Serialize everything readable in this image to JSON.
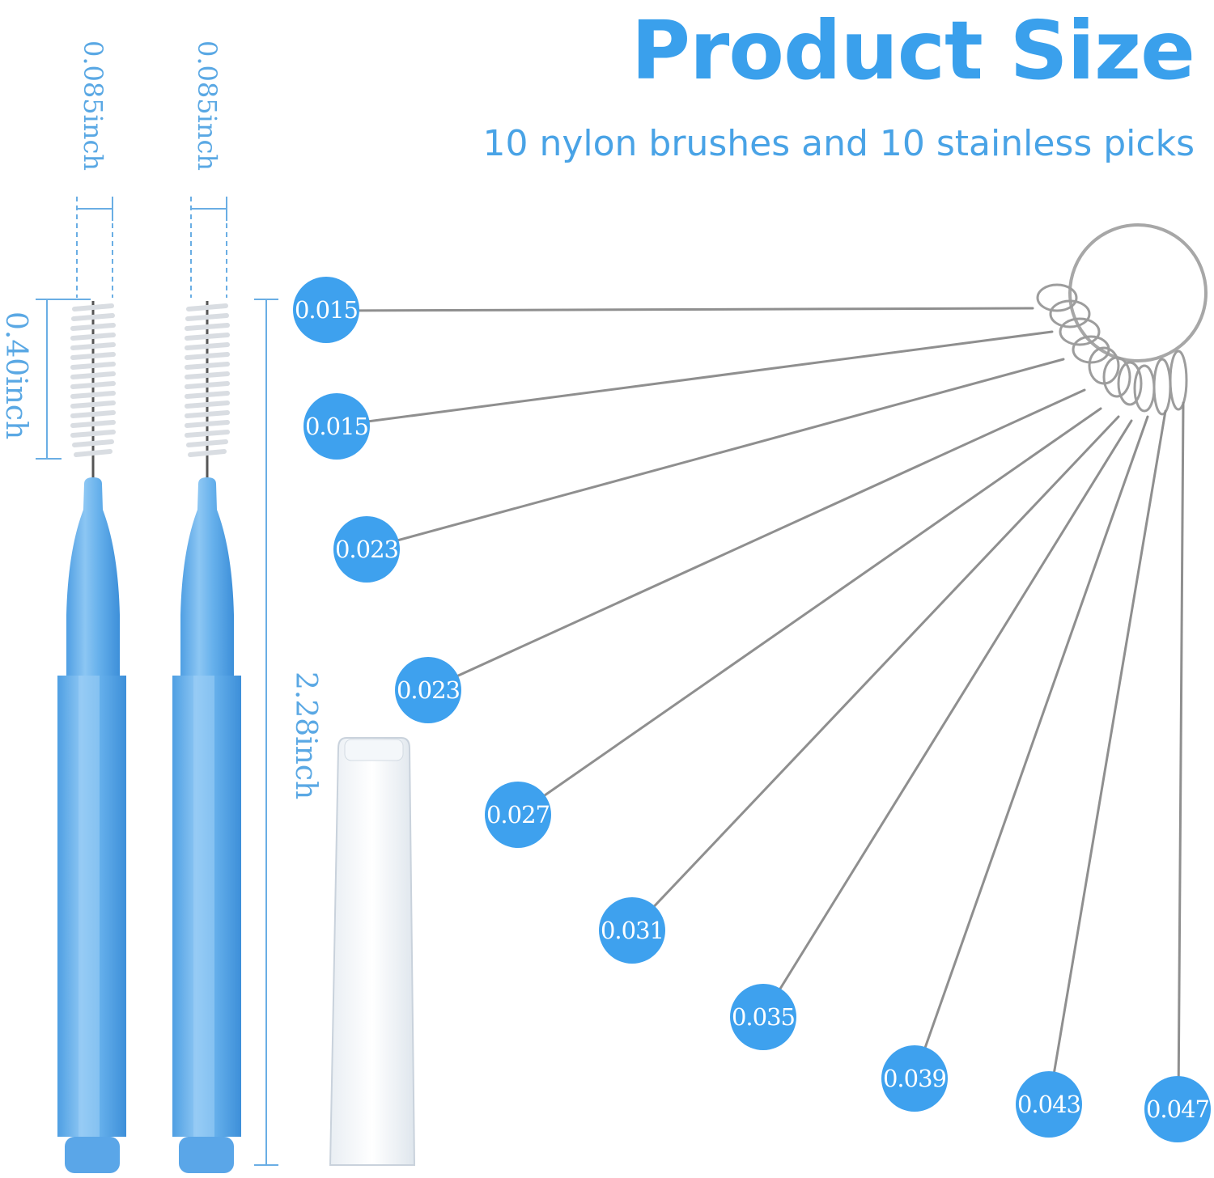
{
  "header": {
    "title": "Product Size",
    "subtitle": "10 nylon brushes and 10 stainless picks"
  },
  "dimensions": {
    "brush_tip_1": "0.085inch",
    "brush_tip_2": "0.085inch",
    "bristle_length": "0.40inch",
    "total_length": "2.28inch"
  },
  "picks": [
    {
      "size": "0.015"
    },
    {
      "size": "0.015"
    },
    {
      "size": "0.023"
    },
    {
      "size": "0.023"
    },
    {
      "size": "0.027"
    },
    {
      "size": "0.031"
    },
    {
      "size": "0.035"
    },
    {
      "size": "0.039"
    },
    {
      "size": "0.043"
    },
    {
      "size": "0.047"
    }
  ],
  "colors": {
    "accent": "#3aa0ec",
    "handle": "#6ab2ec",
    "wire": "#9a9a9a"
  }
}
